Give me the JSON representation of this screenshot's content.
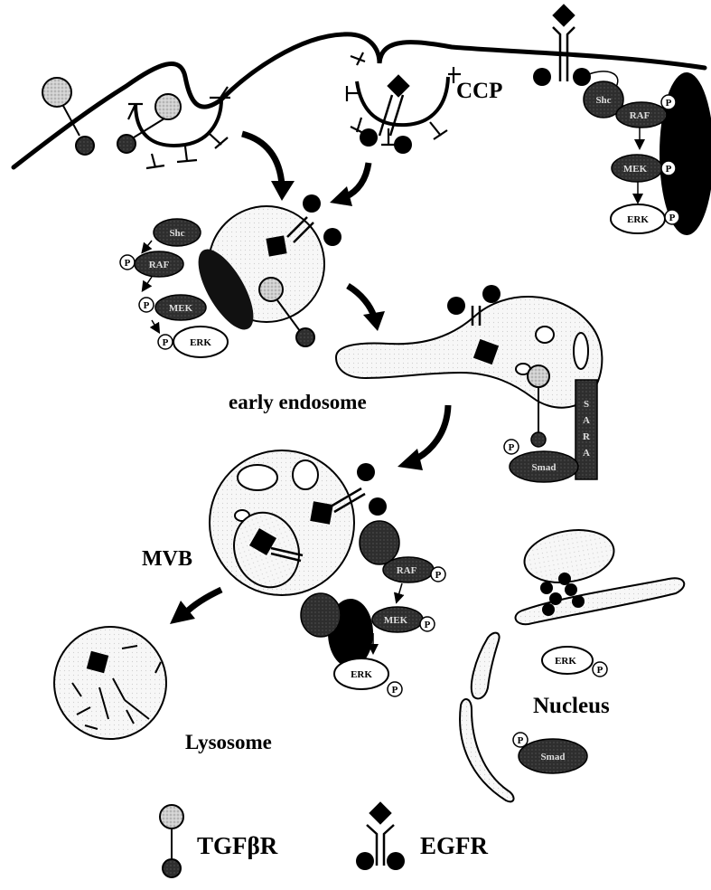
{
  "labels": {
    "ccp": "CCP",
    "early_endosome": "early endosome",
    "mvb": "MVB",
    "lysosome": "Lysosome",
    "nucleus": "Nucleus"
  },
  "legend": {
    "tgfbr": "TGFβR",
    "egfr": "EGFR"
  },
  "proteins": {
    "p": "P",
    "erk": "ERK",
    "mek": "MEK",
    "raf": "RAF",
    "shc": "Shc",
    "smad": "Smad",
    "sara": "SARA"
  },
  "colors": {
    "tgfbr_ligand": "#b8b8b8",
    "dark_protein": "#333333",
    "membrane": "#000000"
  }
}
